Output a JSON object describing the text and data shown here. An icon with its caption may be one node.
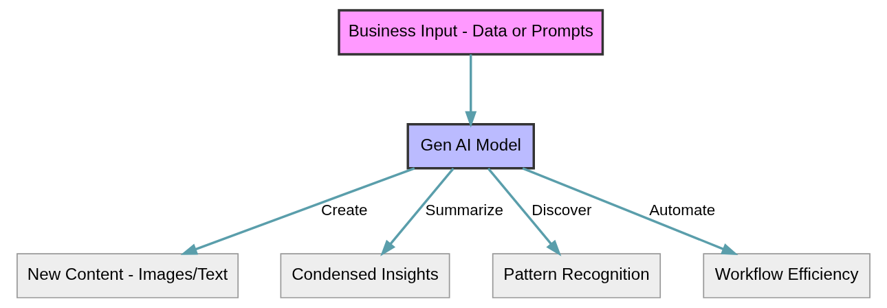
{
  "diagram": {
    "nodes": [
      {
        "text": [
          "Business Input - Data or Prompts"
        ]
      },
      {
        "text": [
          "Gen AI Model"
        ]
      },
      {
        "text": [
          "New Content - Images/Text"
        ]
      },
      {
        "text": [
          "Condensed Insights"
        ]
      },
      {
        "text": [
          "Pattern Recognition"
        ]
      },
      {
        "text": [
          "Workflow Efficiency"
        ]
      }
    ],
    "edges": [
      {
        "from": 0,
        "to": 1,
        "arrow": "to"
      },
      {
        "from": 1,
        "to": 2,
        "arrow": "to",
        "label": "Create"
      },
      {
        "from": 1,
        "to": 3,
        "arrow": "to",
        "label": "Summarize"
      },
      {
        "from": 1,
        "to": 4,
        "arrow": "to",
        "label": "Discover"
      },
      {
        "from": 1,
        "to": 5,
        "arrow": "to",
        "label": "Automate"
      }
    ]
  }
}
